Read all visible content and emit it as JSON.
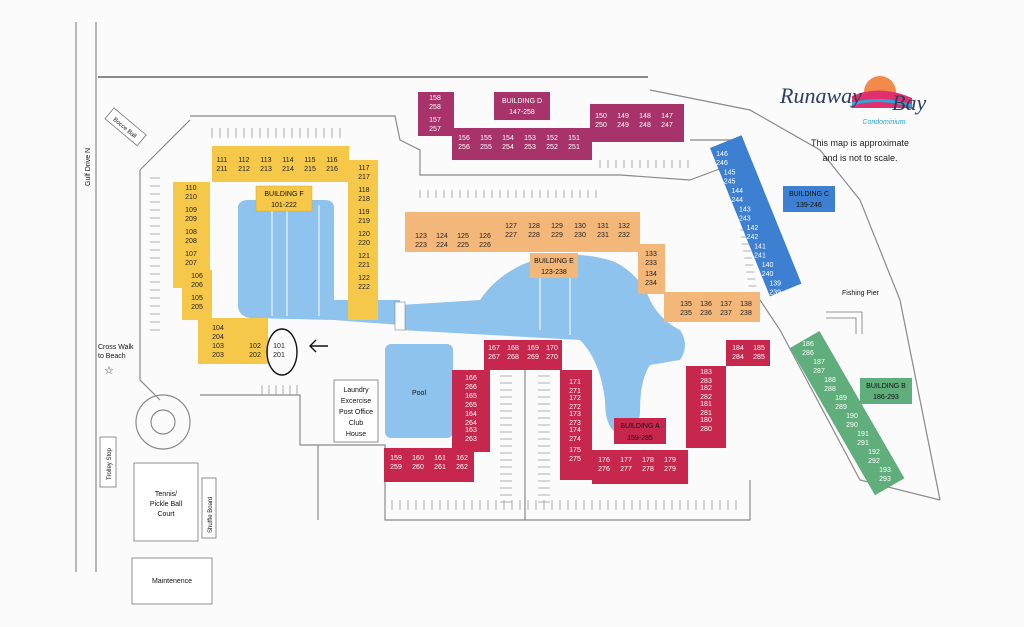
{
  "logo": {
    "line1": "Runaway",
    "line2": "Bay",
    "sub": "Condominium"
  },
  "note": {
    "line1": "This map is approximate",
    "line2": "and is not to scale."
  },
  "colors": {
    "f": "#f6c84a",
    "e": "#f3b77a",
    "d": "#a8336a",
    "a": "#c8274d",
    "c": "#3d7fd0",
    "b": "#5fae7c",
    "water": "#8ec3ee"
  },
  "buildings": {
    "f": {
      "name": "BUILDING F",
      "range": "101-222"
    },
    "e": {
      "name": "BUILDING E",
      "range": "123-238"
    },
    "d": {
      "name": "BUILDING D",
      "range": "147-258"
    },
    "a": {
      "name": "BUILDING A",
      "range": "159-285"
    },
    "c": {
      "name": "BUILDING C",
      "range": "139-246"
    },
    "b": {
      "name": "BUILDING B",
      "range": "186-293"
    }
  },
  "facilities": {
    "bocce": "Bocce Ball",
    "golf": "Gulf Drive N",
    "crosswalk1": "Cross Walk",
    "crosswalk2": "to Beach",
    "pool": "Pool",
    "club1": "Laundry",
    "club2": "Excercise",
    "club3": "Post Office",
    "club4": "Club",
    "club5": "House",
    "trolley": "Trolley Stop",
    "tennis1": "Tennis/",
    "tennis2": "Pickle Ball",
    "tennis3": "Court",
    "shuffle": "Shuffle Board",
    "maint": "Maintenence",
    "pier": "Fishing Pier"
  },
  "units_f": [
    {
      "a": "111",
      "b": "211"
    },
    {
      "a": "112",
      "b": "212"
    },
    {
      "a": "113",
      "b": "213"
    },
    {
      "a": "114",
      "b": "214"
    },
    {
      "a": "115",
      "b": "215"
    },
    {
      "a": "116",
      "b": "216"
    },
    {
      "a": "110",
      "b": "210"
    },
    {
      "a": "109",
      "b": "209"
    },
    {
      "a": "108",
      "b": "208"
    },
    {
      "a": "107",
      "b": "207"
    },
    {
      "a": "106",
      "b": "206"
    },
    {
      "a": "105",
      "b": "205"
    },
    {
      "a": "104",
      "b": "204"
    },
    {
      "a": "103",
      "b": "203"
    },
    {
      "a": "102",
      "b": "202"
    },
    {
      "a": "101",
      "b": "201"
    },
    {
      "a": "117",
      "b": "217"
    },
    {
      "a": "118",
      "b": "218"
    },
    {
      "a": "119",
      "b": "219"
    },
    {
      "a": "120",
      "b": "220"
    },
    {
      "a": "121",
      "b": "221"
    },
    {
      "a": "122",
      "b": "222"
    }
  ],
  "units_e": [
    {
      "a": "123",
      "b": "223"
    },
    {
      "a": "124",
      "b": "224"
    },
    {
      "a": "125",
      "b": "225"
    },
    {
      "a": "126",
      "b": "226"
    },
    {
      "a": "127",
      "b": "227"
    },
    {
      "a": "128",
      "b": "228"
    },
    {
      "a": "129",
      "b": "229"
    },
    {
      "a": "130",
      "b": "230"
    },
    {
      "a": "131",
      "b": "231"
    },
    {
      "a": "132",
      "b": "232"
    },
    {
      "a": "133",
      "b": "233"
    },
    {
      "a": "134",
      "b": "234"
    },
    {
      "a": "135",
      "b": "235"
    },
    {
      "a": "136",
      "b": "236"
    },
    {
      "a": "137",
      "b": "237"
    },
    {
      "a": "138",
      "b": "238"
    }
  ],
  "units_d": [
    {
      "a": "158",
      "b": "258"
    },
    {
      "a": "157",
      "b": "257"
    },
    {
      "a": "156",
      "b": "256"
    },
    {
      "a": "155",
      "b": "255"
    },
    {
      "a": "154",
      "b": "254"
    },
    {
      "a": "153",
      "b": "253"
    },
    {
      "a": "152",
      "b": "252"
    },
    {
      "a": "151",
      "b": "251"
    },
    {
      "a": "150",
      "b": "250"
    },
    {
      "a": "149",
      "b": "249"
    },
    {
      "a": "148",
      "b": "248"
    },
    {
      "a": "147",
      "b": "247"
    }
  ],
  "units_a": [
    {
      "a": "167",
      "b": "267"
    },
    {
      "a": "168",
      "b": "268"
    },
    {
      "a": "169",
      "b": "269"
    },
    {
      "a": "170",
      "b": "270"
    },
    {
      "a": "166",
      "b": "266"
    },
    {
      "a": "165",
      "b": "265"
    },
    {
      "a": "164",
      "b": "264"
    },
    {
      "a": "163",
      "b": "263"
    },
    {
      "a": "159",
      "b": "259"
    },
    {
      "a": "160",
      "b": "260"
    },
    {
      "a": "161",
      "b": "261"
    },
    {
      "a": "162",
      "b": "262"
    },
    {
      "a": "171",
      "b": "271"
    },
    {
      "a": "172",
      "b": "272"
    },
    {
      "a": "173",
      "b": "273"
    },
    {
      "a": "174",
      "b": "274"
    },
    {
      "a": "175",
      "b": "275"
    },
    {
      "a": "176",
      "b": "276"
    },
    {
      "a": "177",
      "b": "277"
    },
    {
      "a": "178",
      "b": "278"
    },
    {
      "a": "179",
      "b": "279"
    },
    {
      "a": "184",
      "b": "284"
    },
    {
      "a": "185",
      "b": "285"
    },
    {
      "a": "183",
      "b": "283"
    },
    {
      "a": "182",
      "b": "282"
    },
    {
      "a": "181",
      "b": "281"
    },
    {
      "a": "180",
      "b": "280"
    }
  ],
  "units_c": [
    {
      "a": "146",
      "b": "246"
    },
    {
      "a": "145",
      "b": "245"
    },
    {
      "a": "144",
      "b": "244"
    },
    {
      "a": "143",
      "b": "243"
    },
    {
      "a": "142",
      "b": "242"
    },
    {
      "a": "141",
      "b": "241"
    },
    {
      "a": "140",
      "b": "240"
    },
    {
      "a": "139",
      "b": "239"
    }
  ],
  "units_b": [
    {
      "a": "186",
      "b": "286"
    },
    {
      "a": "187",
      "b": "287"
    },
    {
      "a": "188",
      "b": "288"
    },
    {
      "a": "189",
      "b": "289"
    },
    {
      "a": "190",
      "b": "290"
    },
    {
      "a": "191",
      "b": "291"
    },
    {
      "a": "192",
      "b": "292"
    },
    {
      "a": "193",
      "b": "293"
    }
  ]
}
